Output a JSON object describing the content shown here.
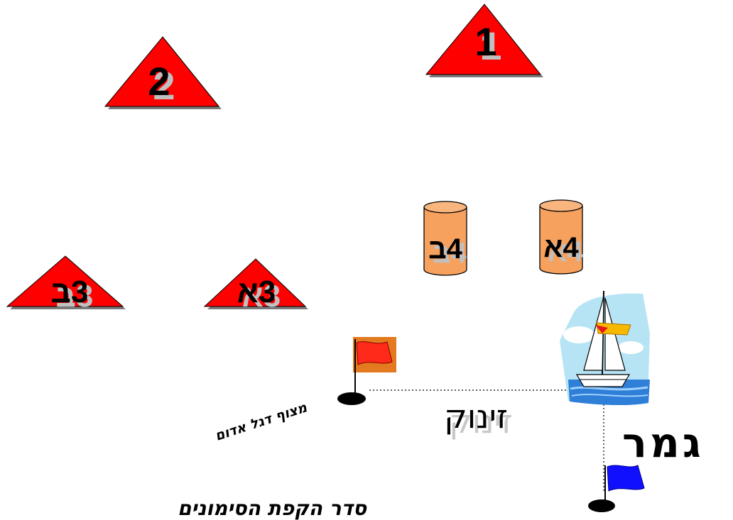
{
  "marks": {
    "m1": "1",
    "m2": "2",
    "m3a": "3א",
    "m3b": "3ב",
    "m4a": "4א",
    "m4b": "4ב"
  },
  "labels": {
    "start": "זינוק",
    "finish": "גמר",
    "observer": "מצוף דגל אדום",
    "order": "סדר הקפת הסימונים"
  },
  "colors": {
    "triangle": "#ff0000",
    "buoy": "#f7a15e",
    "flag_red": "#ff2a1a",
    "flag_red_bg": "#e37a1f",
    "flag_blue": "#1010ff"
  }
}
